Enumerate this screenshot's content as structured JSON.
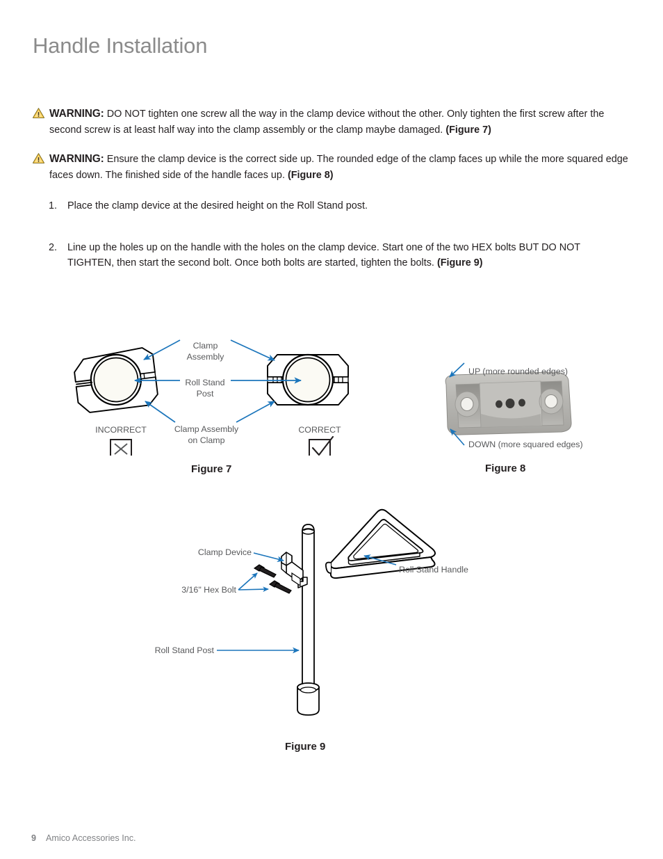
{
  "page": {
    "title": "Handle Installation",
    "footer_page_number": "9",
    "footer_company": "Amico Accessories Inc."
  },
  "colors": {
    "title_gray": "#8b8b8b",
    "body_black": "#231f20",
    "arrow_blue": "#1b75bb",
    "label_gray": "#58595b",
    "warning_yellow": "#f9c646",
    "clamp_photo_gray": "#b0afad"
  },
  "warnings": [
    {
      "icon": "warning-triangle-icon",
      "label": "WARNING:",
      "text": " DO NOT tighten one screw all the way in the clamp device without the other. Only tighten the first screw after the second screw is at least half way into the clamp assembly or the clamp maybe damaged. ",
      "reference": "(Figure 7)"
    },
    {
      "icon": "warning-triangle-icon",
      "label": "WARNING:",
      "text": " Ensure the clamp device is the correct side up. The rounded edge of the clamp faces up while the more squared edge faces down. The finished side of the handle faces up. ",
      "reference": "(Figure 8)"
    }
  ],
  "steps": [
    {
      "number": "1.",
      "text": "Place the clamp device at the desired height on the Roll Stand post.",
      "reference": ""
    },
    {
      "number": "2.",
      "text": "Line up the holes up on the handle with the holes on the clamp device. Start one of the two HEX bolts BUT DO NOT TIGHTEN, then start the second bolt. Once both bolts are started, tighten the bolts. ",
      "reference": "(Figure 9)"
    }
  ],
  "figures": [
    {
      "id": "figure-7",
      "caption": "Figure 7",
      "labels": {
        "clamp_assembly_line1": "Clamp",
        "clamp_assembly_line2": "Assembly",
        "roll_stand_post_line1": "Roll Stand",
        "roll_stand_post_line2": "Post",
        "clamp_assembly_on_clamp_line1": "Clamp Assembly",
        "clamp_assembly_on_clamp_line2": "on Clamp",
        "incorrect": "INCORRECT",
        "correct": "CORRECT"
      },
      "marks": {
        "incorrect_mark": "x-mark-icon",
        "correct_mark": "check-mark-icon"
      }
    },
    {
      "id": "figure-8",
      "caption": "Figure 8",
      "labels": {
        "up": "UP (more rounded edges)",
        "down": "DOWN (more squared edges)"
      }
    },
    {
      "id": "figure-9",
      "caption": "Figure 9",
      "labels": {
        "clamp_device": "Clamp Device",
        "hex_bolt": "3/16\" Hex Bolt",
        "roll_stand_handle": "Roll Stand Handle",
        "roll_stand_post": "Roll Stand Post"
      }
    }
  ]
}
